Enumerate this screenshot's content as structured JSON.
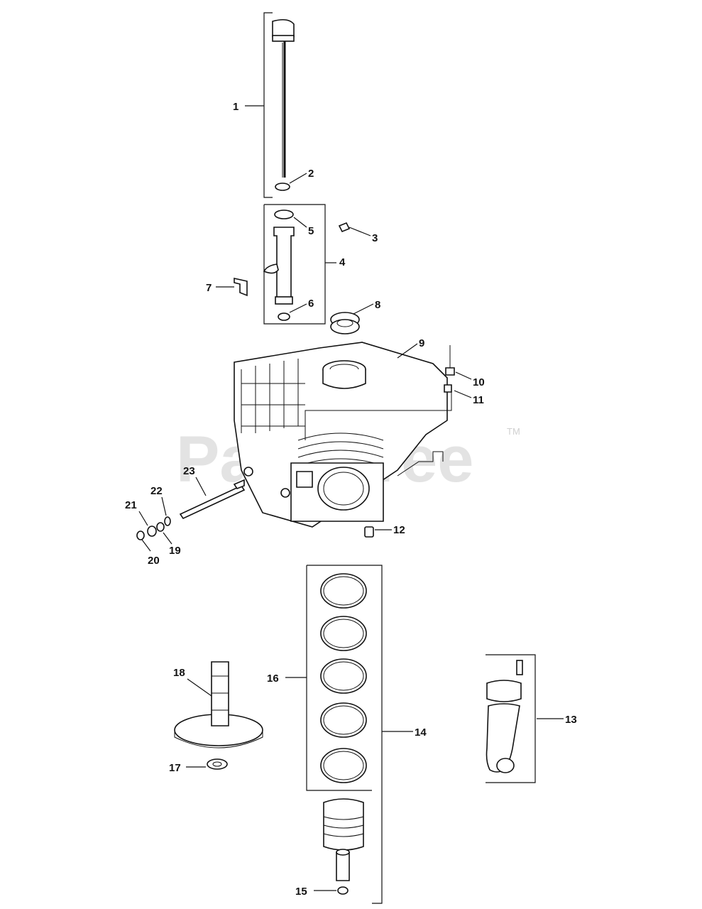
{
  "watermark": {
    "text": "PartsTree",
    "tm": "TM"
  },
  "callouts": [
    {
      "id": "1",
      "label": "1"
    },
    {
      "id": "2",
      "label": "2"
    },
    {
      "id": "3",
      "label": "3"
    },
    {
      "id": "4",
      "label": "4"
    },
    {
      "id": "5",
      "label": "5"
    },
    {
      "id": "6",
      "label": "6"
    },
    {
      "id": "7",
      "label": "7"
    },
    {
      "id": "8",
      "label": "8"
    },
    {
      "id": "9",
      "label": "9"
    },
    {
      "id": "10",
      "label": "10"
    },
    {
      "id": "11",
      "label": "11"
    },
    {
      "id": "12",
      "label": "12"
    },
    {
      "id": "13",
      "label": "13"
    },
    {
      "id": "14",
      "label": "14"
    },
    {
      "id": "15",
      "label": "15"
    },
    {
      "id": "16",
      "label": "16"
    },
    {
      "id": "17",
      "label": "17"
    },
    {
      "id": "18",
      "label": "18"
    },
    {
      "id": "19",
      "label": "19"
    },
    {
      "id": "20",
      "label": "20"
    },
    {
      "id": "21",
      "label": "21"
    },
    {
      "id": "22",
      "label": "22"
    },
    {
      "id": "23",
      "label": "23"
    }
  ]
}
